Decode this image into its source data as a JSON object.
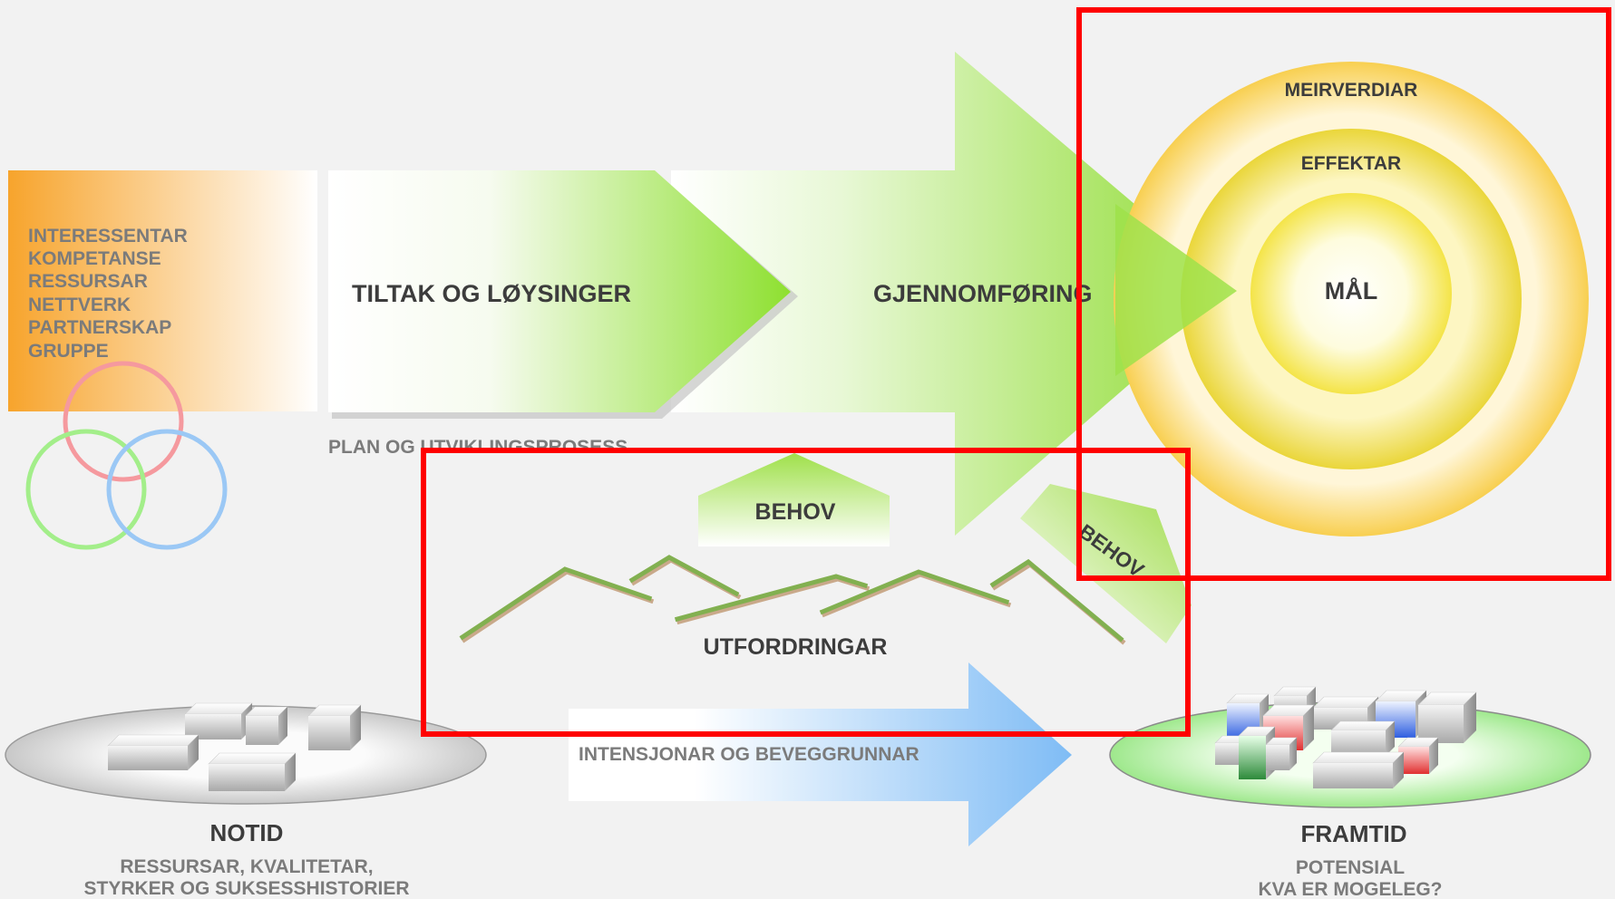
{
  "resources_panel": {
    "items": [
      "INTERESSENTAR",
      "KOMPETANSE",
      "RESSURSAR",
      "NETTVERK",
      "PARTNERSKAP",
      "GRUPPE"
    ]
  },
  "process": {
    "measures_label": "TILTAK OG LØYSINGER",
    "implementation_label": "GJENNOMFØRING",
    "plan_label": "PLAN OG UTVIKLINGSPROSESS"
  },
  "goal_circles": {
    "outer_label": "MEIRVERDIAR",
    "middle_label": "EFFEKTAR",
    "inner_label": "MÅL"
  },
  "needs": {
    "behov_up_label": "BEHOV",
    "behov_diagonal_label": "BEHOV"
  },
  "challenges": {
    "label": "UTFORDRINGAR"
  },
  "intentions": {
    "label": "INTENSJONAR OG BEVEGGRUNNAR"
  },
  "present": {
    "title": "NOTID",
    "subtitle_line1": "RESSURSAR, KVALITETAR,",
    "subtitle_line2": "STYRKER OG SUKSESSHISTORIER"
  },
  "future": {
    "title": "FRAMTID",
    "subtitle_line1": "POTENSIAL",
    "subtitle_line2": "KVA ER  MOGELEG?"
  },
  "colors": {
    "orange": "#f7a42c",
    "green": "#8edc2f",
    "yellow": "#f4e03a",
    "blue": "#7fbcf5",
    "highlight_red": "#ff0000",
    "text_dark": "#3c3c3c",
    "text_gray": "#808080"
  }
}
